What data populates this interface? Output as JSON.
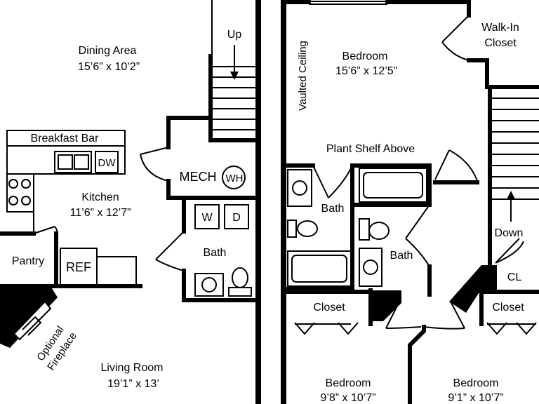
{
  "rooms": {
    "dining": {
      "name": "Dining Area",
      "size": "15’6” x 10’2”"
    },
    "kitchen": {
      "name": "Kitchen",
      "size": "11’6” x 12’7”"
    },
    "living": {
      "name": "Living Room",
      "size": "19’1” x 13’"
    },
    "bedroom_master": {
      "name": "Bedroom",
      "size": "15’6” x 12’5”"
    },
    "bedroom_2": {
      "name": "Bedroom",
      "size": "9’8” x 10’7”"
    },
    "bedroom_3": {
      "name": "Bedroom",
      "size": "9’1” x 10’7”"
    }
  },
  "labels": {
    "up": "Up",
    "down": "Down",
    "breakfast_bar": "Breakfast Bar",
    "dw": "DW",
    "mech": "MECH",
    "wh": "WH",
    "washer": "W",
    "dryer": "D",
    "bath": "Bath",
    "pantry": "Pantry",
    "ref": "REF",
    "fireplace_line1": "Optional",
    "fireplace_line2": "Fireplace",
    "vaulted": "Vaulted Ceiling",
    "walkin_line1": "Walk-In",
    "walkin_line2": "Closet",
    "plant_shelf": "Plant Shelf Above",
    "closet": "Closet",
    "cl": "CL"
  }
}
